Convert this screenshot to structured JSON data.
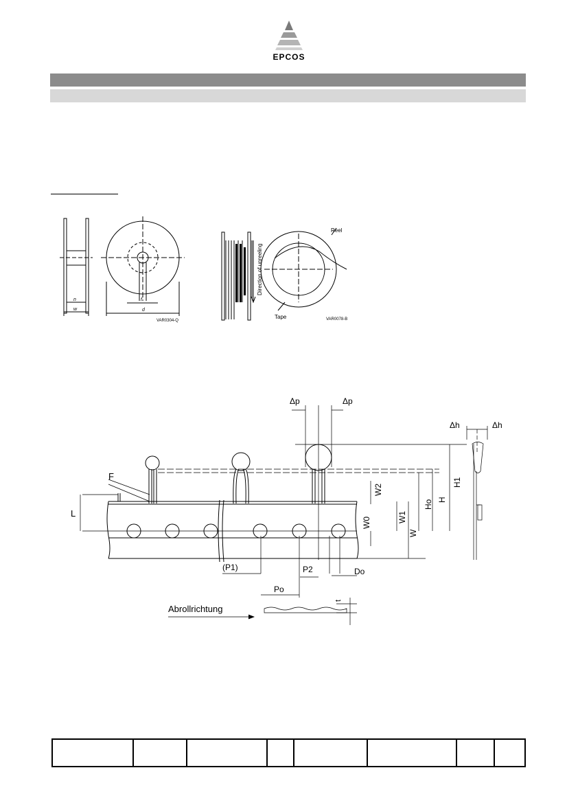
{
  "header": {
    "logo_text": "EPCOS"
  },
  "reel_figure": {
    "dim_w": "w",
    "dim_n": "n",
    "dim_d": "d",
    "dim_f": "f",
    "code_left": "VAR0304-Q",
    "direction_label": "Direction of unreeling",
    "reel_label": "Reel",
    "tape_label": "Tape",
    "code_right": "VAR0078-B"
  },
  "tape_figure": {
    "delta_p_left": "Δp",
    "delta_p_right": "Δp",
    "delta_h_left": "Δh",
    "delta_h_right": "Δh",
    "F": "F",
    "L": "L",
    "W2": "W2",
    "W0": "W0",
    "W1": "W1",
    "W": "W",
    "Ho": "Ho",
    "H": "H",
    "H1": "H1",
    "P1": "(P1)",
    "P2": "P2",
    "Do": "Do",
    "Po": "Po",
    "t": "t",
    "unreel_label": "Abrollrichtung"
  },
  "footer": {
    "cells": [
      "",
      "",
      "",
      "",
      "",
      "",
      "",
      ""
    ]
  }
}
